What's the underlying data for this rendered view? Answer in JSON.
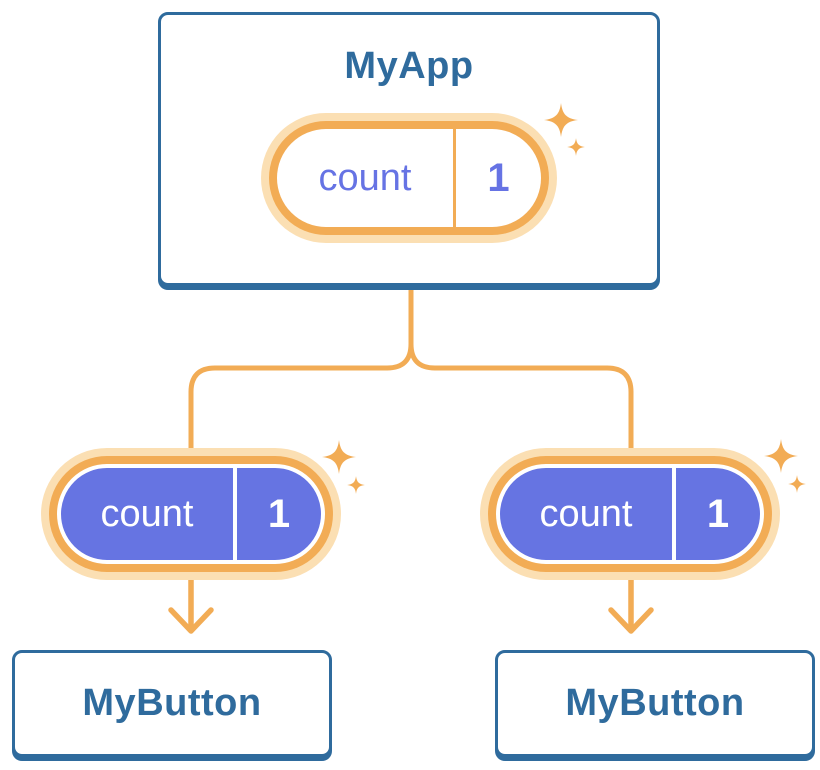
{
  "colors": {
    "accent_orange": "#F2AC55",
    "accent_orange_light": "#FBDFB3",
    "state_purple": "#6674E2",
    "node_blue": "#2F6B9D"
  },
  "tree": {
    "root": {
      "title": "MyApp",
      "state": {
        "name": "count",
        "value": "1"
      }
    },
    "children": [
      {
        "title": "MyButton",
        "prop": {
          "name": "count",
          "value": "1"
        }
      },
      {
        "title": "MyButton",
        "prop": {
          "name": "count",
          "value": "1"
        }
      }
    ]
  }
}
